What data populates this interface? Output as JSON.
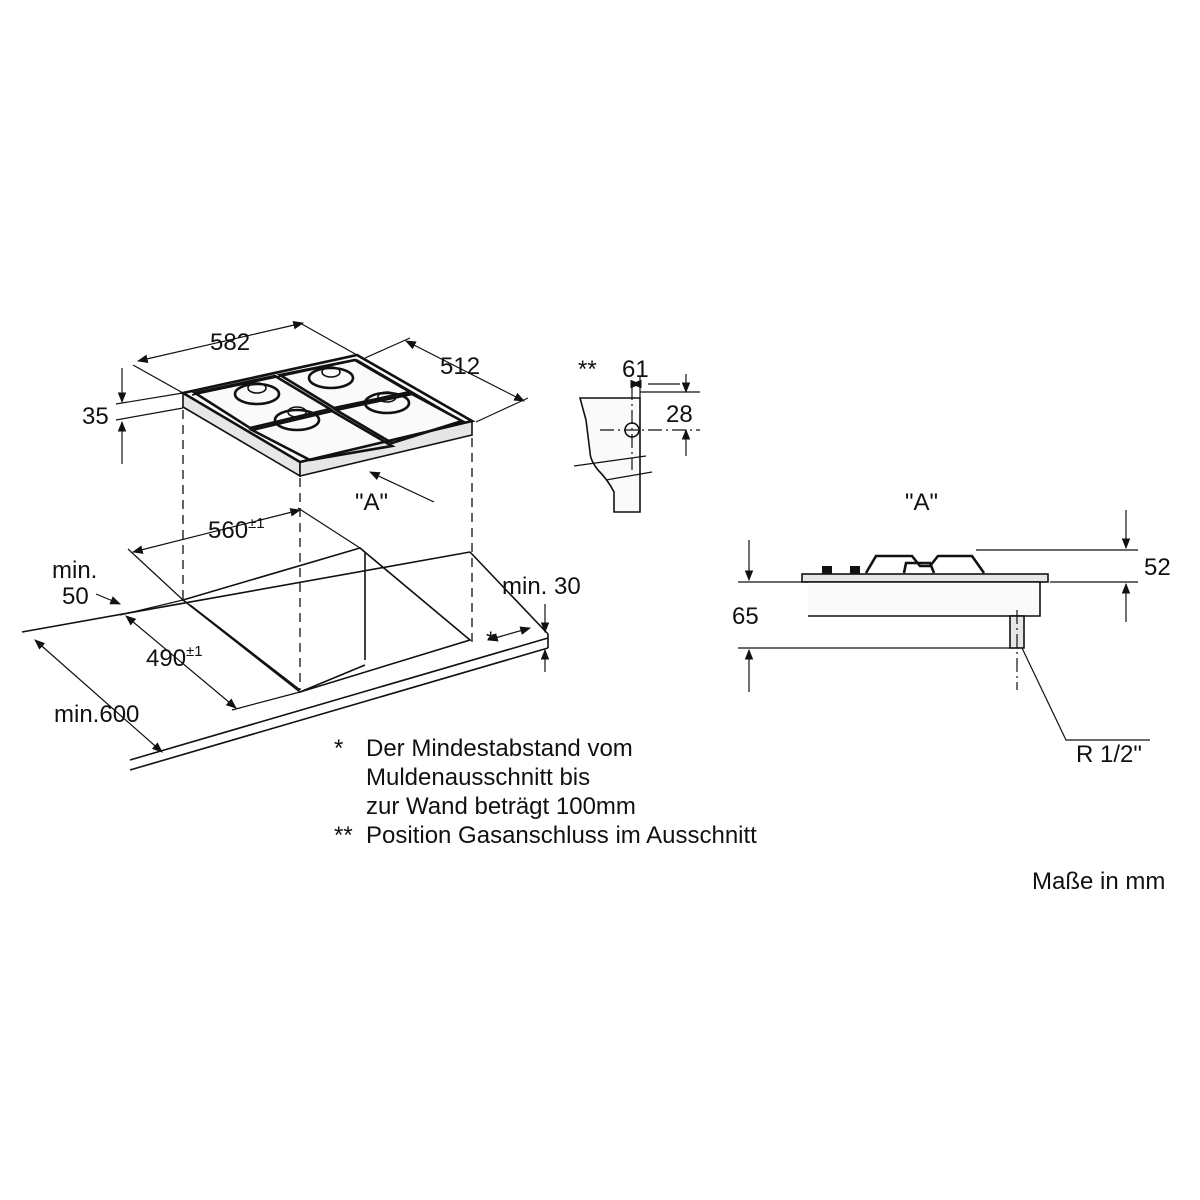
{
  "top_view": {
    "width": "582",
    "depth": "512",
    "height": "35",
    "cutout_width": "560",
    "cutout_width_tol": "±1",
    "cutout_depth": "490",
    "cutout_depth_tol": "±1",
    "min_side_1": "min.",
    "min_side_2": "50",
    "min_back": "min. 30",
    "min_worktop": "min.600",
    "view_marker": "\"A\"",
    "wall_marker": "*"
  },
  "gas_detail": {
    "marker": "**",
    "width": "61",
    "height": "28"
  },
  "side_view": {
    "title": "\"A\"",
    "top_height": "52",
    "body_height": "65",
    "thread": "R 1/2\""
  },
  "notes": [
    {
      "mark": "*",
      "lines": [
        "Der Mindestabstand vom",
        "Muldenausschnitt bis",
        "zur Wand beträgt 100mm"
      ]
    },
    {
      "mark": "**",
      "lines": [
        "Position Gasanschluss im Ausschnitt"
      ]
    }
  ],
  "units_note": "Maße in mm"
}
